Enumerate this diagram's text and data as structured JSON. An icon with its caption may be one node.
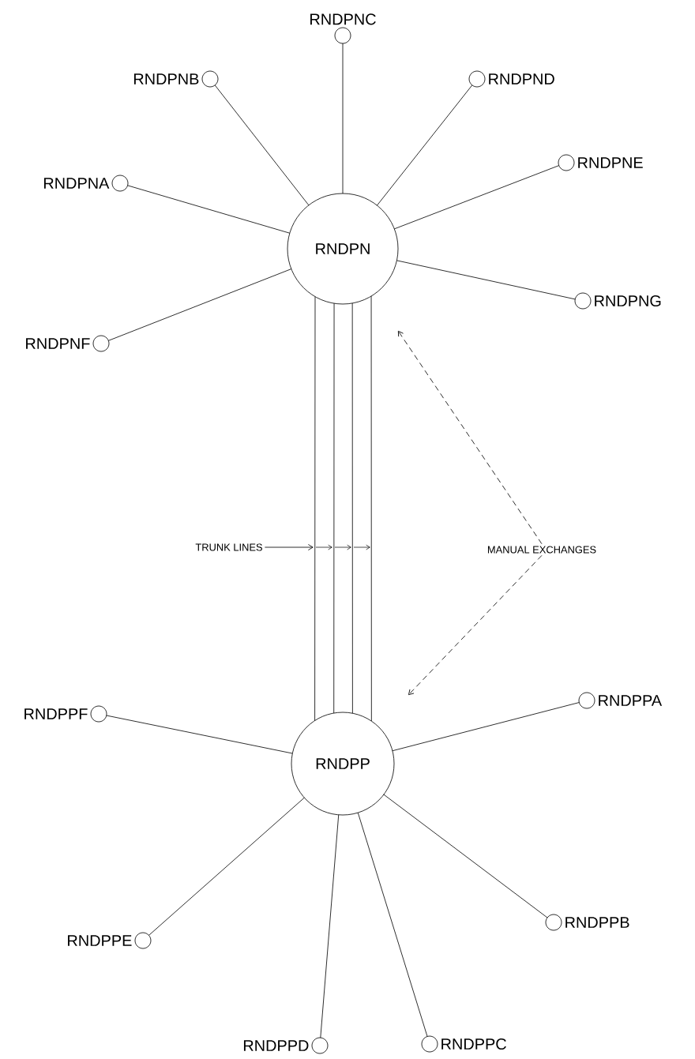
{
  "diagram": {
    "nodes": [
      {
        "text": [
          "RNDPN"
        ]
      },
      {
        "text": [
          "RNDPNA"
        ]
      },
      {
        "text": [
          "RNDPNB"
        ]
      },
      {
        "text": [
          "RNDPNC"
        ]
      },
      {
        "text": [
          "RNDPND"
        ]
      },
      {
        "text": [
          "RNDPNE"
        ]
      },
      {
        "text": [
          "RNDPNF"
        ]
      },
      {
        "text": [
          "RNDPNG"
        ]
      },
      {
        "text": [
          "RNDPP"
        ]
      },
      {
        "text": [
          "RNDPPA"
        ]
      },
      {
        "text": [
          "RNDPPB"
        ]
      },
      {
        "text": [
          "RNDPPC"
        ]
      },
      {
        "text": [
          "RNDPPD"
        ]
      },
      {
        "text": [
          "RNDPPE"
        ]
      },
      {
        "text": [
          "RNDPPF"
        ]
      },
      {
        "text": [
          "TRUNK LINES"
        ]
      },
      {
        "text": [
          "MANUAL EXCHANGES"
        ]
      }
    ],
    "edges": [
      {
        "from": 0,
        "to": 1,
        "arrow": "none"
      },
      {
        "from": 0,
        "to": 2,
        "arrow": "none"
      },
      {
        "from": 0,
        "to": 3,
        "arrow": "none"
      },
      {
        "from": 0,
        "to": 4,
        "arrow": "none"
      },
      {
        "from": 0,
        "to": 5,
        "arrow": "none"
      },
      {
        "from": 0,
        "to": 6,
        "arrow": "none"
      },
      {
        "from": 0,
        "to": 7,
        "arrow": "none"
      },
      {
        "from": 8,
        "to": 9,
        "arrow": "none"
      },
      {
        "from": 8,
        "to": 10,
        "arrow": "none"
      },
      {
        "from": 8,
        "to": 11,
        "arrow": "none"
      },
      {
        "from": 8,
        "to": 12,
        "arrow": "none"
      },
      {
        "from": 8,
        "to": 13,
        "arrow": "none"
      },
      {
        "from": 8,
        "to": 14,
        "arrow": "none"
      },
      {
        "from": 0,
        "to": 8,
        "arrow": "none"
      },
      {
        "from": 0,
        "to": 8,
        "arrow": "none"
      },
      {
        "from": 0,
        "to": 8,
        "arrow": "none"
      },
      {
        "from": 0,
        "to": 8,
        "arrow": "none"
      },
      {
        "from": 15,
        "to": null,
        "arrow": "to"
      },
      {
        "from": 16,
        "to": 0,
        "arrow": "to",
        "style": "dashed"
      },
      {
        "from": 16,
        "to": 8,
        "arrow": "to",
        "style": "dashed"
      }
    ]
  }
}
